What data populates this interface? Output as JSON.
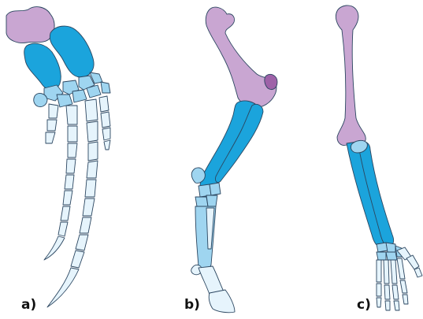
{
  "colors": {
    "upper_bone": "#c9a6d2",
    "upper_bone_dark": "#9e62a8",
    "lower_bone": "#1ba4dc",
    "wrist_bone": "#9fd5f0",
    "digit_bone": "#e6f4fc",
    "outline": "#2b4660"
  },
  "labels": {
    "a": "a)",
    "b": "b)",
    "c": "c)"
  }
}
